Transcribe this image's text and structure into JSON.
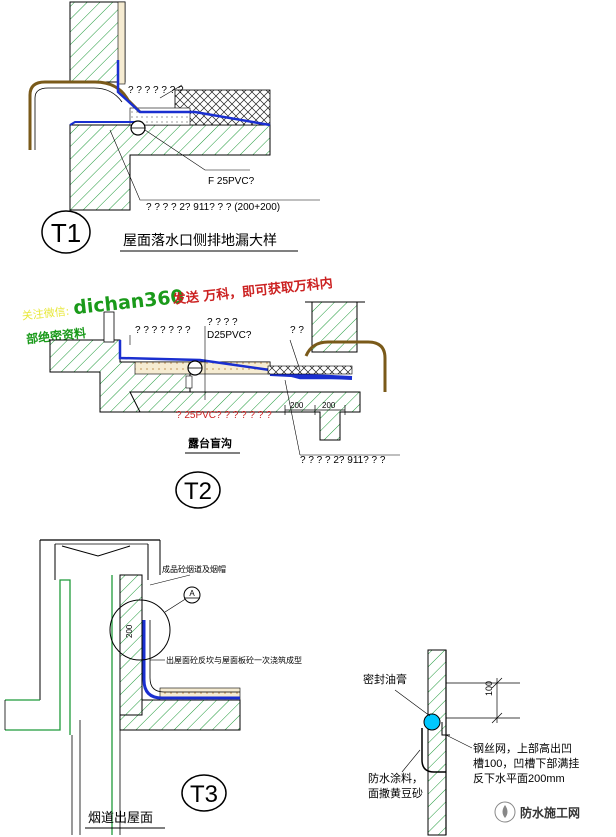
{
  "t1": {
    "mark": "T1",
    "title": "屋面落水口侧排地漏大样",
    "label_top": "? ? ? ? ? ? ?",
    "label_pipe": "F 25PVC?",
    "label_bottom": "? ? ? ? 2? 911? ? ? (200+200)"
  },
  "watermark": {
    "line1_prefix": "关注微信:",
    "line1_id": "dichan360",
    "line1_suffix": "发送 万科，即可获取万科内",
    "line2": "部绝密资料",
    "color_prefix": "#e8e83a",
    "color_id": "#1a9a1a",
    "color_text": "#cc2222"
  },
  "t2": {
    "mark": "T2",
    "title": "露台盲沟",
    "label_q1": "? ? ? ? ? ? ?",
    "label_q2": "? ? ? ?",
    "label_pipe": "D25PVC?",
    "label_q3": "? ?",
    "label_red": "? 25PVC? ? ? ? ? ? ?",
    "dim_200a": "200",
    "dim_200b": "200",
    "label_bottom": "? ? ? ? 2? 911? ? ?"
  },
  "t3": {
    "mark": "T3",
    "title": "烟道出屋面",
    "label_finished": "成品砼烟道及烟帽",
    "label_detail": "A",
    "label_rising": "出屋面砼反坎与屋面板砼一次浇筑成型",
    "dim_200": "200"
  },
  "detail_a": {
    "label_seal": "密封油膏",
    "dim_100": "100",
    "label_mesh_1": "钢丝网，上部高出凹",
    "label_mesh_2": "槽100，凹槽下部满挂",
    "label_mesh_3": "反下水平面200mm",
    "label_coat_1": "防水涂料，",
    "label_coat_2": "面撒黄豆砂"
  },
  "brand": {
    "name": "防水施工网"
  },
  "colors": {
    "hatch": "#1f9a3a",
    "insulation": "#caa36a",
    "membrane": "#1a2fd0",
    "drain": "#7a5a1a",
    "detail_blue": "#00c8ff",
    "line": "#000000"
  }
}
